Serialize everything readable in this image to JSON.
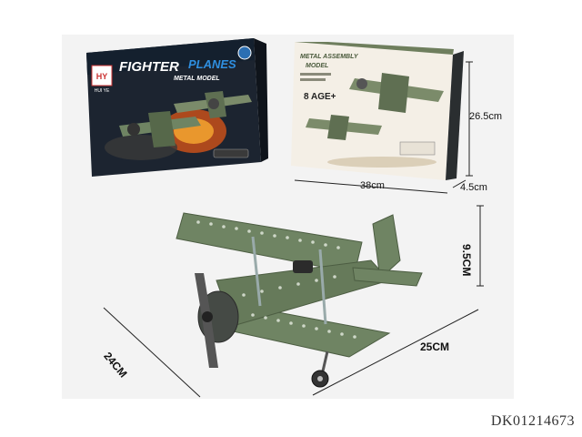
{
  "box_front": {
    "brand_logo": "HUI YE",
    "title_word1": "FIGHTER",
    "title_word2": "PLANES",
    "subtitle": "METAL MODEL"
  },
  "box_back": {
    "heading1": "METAL ASSEMBLY",
    "heading2": "MODEL",
    "age": "8 AGE+"
  },
  "dimensions": {
    "box_height": "26.5cm",
    "box_width": "38cm",
    "box_depth": "4.5cm",
    "model_height": "9.5CM",
    "model_length": "25CM",
    "model_width": "24CM"
  },
  "sku": "DK01214673",
  "colors": {
    "model_green": "#6f8463",
    "box_green": "#7b8b6a",
    "box_dark": "#1c2430",
    "title_blue": "#1a66b0"
  }
}
